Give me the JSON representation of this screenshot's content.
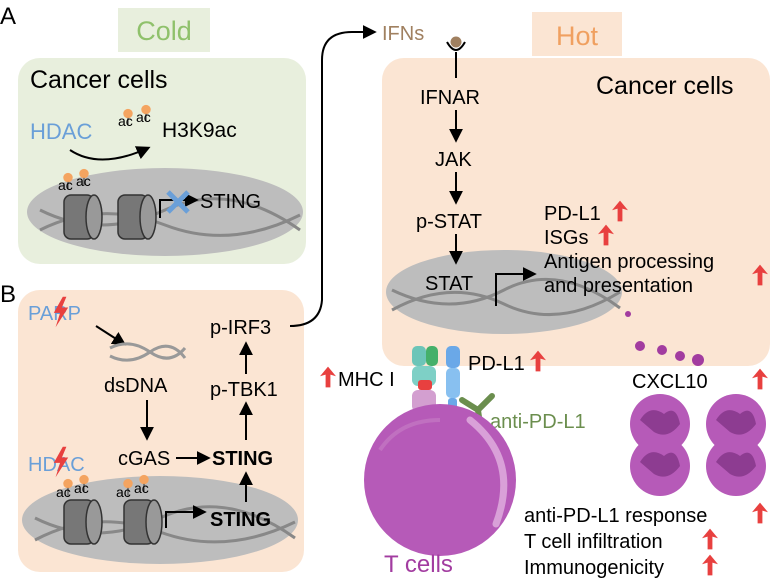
{
  "panel_a": {
    "letter": "A",
    "label": "Cold",
    "box_title": "Cancer cells",
    "hdac": "HDAC",
    "ac": "ac",
    "h3k9ac": "H3K9ac",
    "sting": "STING"
  },
  "panel_b": {
    "letter": "B",
    "parp": "PARP",
    "dsdna": "dsDNA",
    "cgas": "cGAS",
    "sting_upper": "STING",
    "hdac": "HDAC",
    "ac": "ac",
    "sting_lower": "STING",
    "ptbk1": "p-TBK1",
    "pirf3": "p-IRF3"
  },
  "hot": {
    "label": "Hot",
    "box_title": "Cancer cells",
    "ifns": "IFNs",
    "ifnar": "IFNAR",
    "jak": "JAK",
    "pstat": "p-STAT",
    "stat": "STAT",
    "pdl1": "PD-L1",
    "isgs": "ISGs",
    "antigen_line1": "Antigen processing",
    "antigen_line2": "and presentation"
  },
  "immune": {
    "mhc": "MHC I",
    "pdl1": "PD-L1",
    "anti_pdl1": "anti-PD-L1",
    "cxcl10": "CXCL10",
    "tcells": "T cells"
  },
  "outcomes": {
    "items": [
      "anti-PD-L1 response",
      "T cell infiltration",
      "Immunogenicity"
    ]
  },
  "colors": {
    "green_bg": "#e8efdd",
    "peach_bg": "#fbe5d3",
    "cold_label_bg": "#e8efdd",
    "cold_label_text": "#8fc16b",
    "hot_label_bg": "#fbe5d3",
    "hot_label_text": "#f0a060",
    "blue": "#6a9fd8",
    "acetyl": "#f4a460",
    "red_arrow": "#e8403f",
    "purple": "#a23ca0",
    "olive": "#6b8e4e",
    "ifns_brown": "#a08060"
  }
}
